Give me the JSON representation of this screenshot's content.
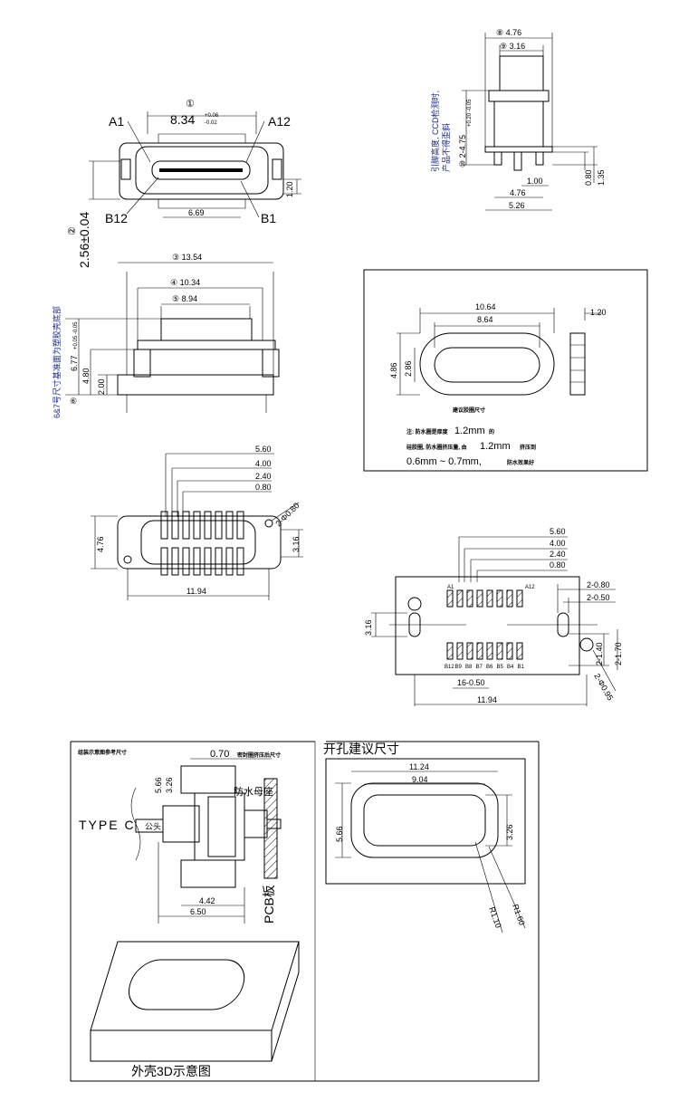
{
  "front_view": {
    "dim_no": "①",
    "width": "8.34",
    "tol_up": "+0.06",
    "tol_down": "-0.02",
    "pin_a1": "A1",
    "pin_a12": "A12",
    "pin_b12": "B12",
    "pin_b1": "B1",
    "inner_width": "6.69",
    "height_dim": "1.20",
    "dim2_no": "②",
    "thickness": "2.56±0.04"
  },
  "side_view": {
    "d3": "③ 13.54",
    "d4": "④ 10.34",
    "d5": "⑤ 8.94",
    "d6_no": "⑥",
    "d6": "6.77",
    "d6_tol": "+0.05 -0.05",
    "h480": "4.80",
    "h200": "2.00",
    "note": "6&7号尺寸基准面为塑胶壳底部"
  },
  "top_right": {
    "d8": "⑧ 4.76",
    "d9": "⑨ 3.16",
    "d10": "⑩ 2-4.75",
    "d10_tol": "+0.20 -0.05",
    "note1": "引脚高度, CCD检测时,",
    "note2": "产品不得歪斜",
    "d080": "0.80",
    "d100": "1.00",
    "d135": "1.35",
    "d476": "4.76",
    "d526": "5.26"
  },
  "gasket": {
    "outer": "10.64",
    "inner": "8.64",
    "thick": "1.20",
    "h_outer": "4.86",
    "h_inner": "2.86",
    "title": "建议胶圈尺寸",
    "note1_a": "注: 防水圈是厚度",
    "note1_b": "1.2mm",
    "note1_c": "的",
    "note2_a": "硅胶圈, 防水圈挤压量, 由",
    "note2_b": "1.2mm",
    "note2_c": "挤压到",
    "note3_a": "0.6mm  ~  0.7mm,",
    "note3_b": "防水效果好"
  },
  "footprint": {
    "d560": "5.60",
    "d400": "4.00",
    "d240": "2.40",
    "d080": "0.80",
    "holes": "2-Φ0.80",
    "h476": "4.76",
    "h316": "3.16",
    "w1194": "11.94"
  },
  "pcb_layout": {
    "d560": "5.60",
    "d400": "4.00",
    "d240": "2.40",
    "d080": "0.80",
    "slot_w": "2-0.80",
    "slot_w2": "2-0.50",
    "h316": "3.16",
    "slot_h1": "2-1.40",
    "slot_h2": "2-1.70",
    "pads": "16-0.50",
    "w1194": "11.94",
    "holes": "2-Φ0.95",
    "top_pins": [
      "A1",
      "A12"
    ],
    "bottom_pins": [
      "B12",
      "B9",
      "B8",
      "B7",
      "B6",
      "B5",
      "B4",
      "B1"
    ]
  },
  "assembly": {
    "title": "组装示意图参考尺寸",
    "d070": "0.70",
    "seal_note": "密封圈挤压后尺寸",
    "d566": "5.66",
    "d326": "3.26",
    "receptacle": "防水母座",
    "type_c": "TYPE C",
    "plug": "公头",
    "d442": "4.42",
    "d650": "6.50",
    "pcb": "PCB板",
    "shell_caption": "外壳3D示意图"
  },
  "cutout": {
    "title": "开孔建议尺寸",
    "w1124": "11.24",
    "w904": "9.04",
    "h566": "5.66",
    "h326": "3.26",
    "r160": "R1.60",
    "r110": "R1.10"
  }
}
